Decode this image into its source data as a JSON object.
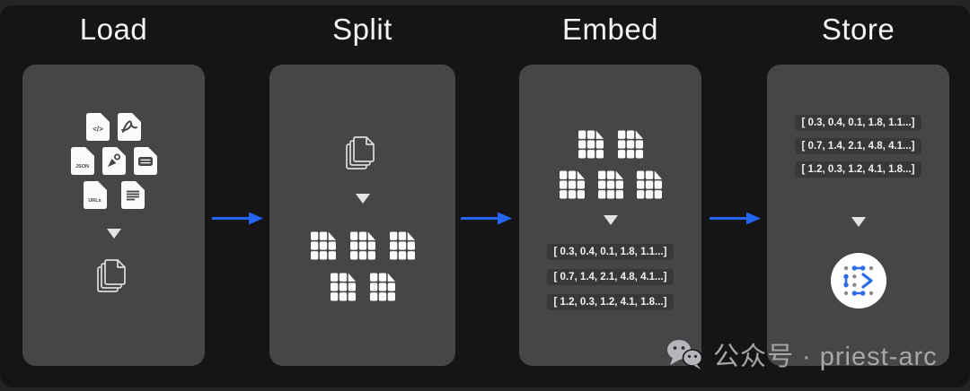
{
  "stages": {
    "load": {
      "title": "Load"
    },
    "split": {
      "title": "Split"
    },
    "embed": {
      "title": "Embed"
    },
    "store": {
      "title": "Store"
    }
  },
  "vectors": [
    "[ 0.3, 0.4, 0.1, 1.8, 1.1...]",
    "[ 0.7, 1.4, 2.1, 4.8, 4.1...]",
    "[ 1.2, 0.3, 1.2, 4.1, 1.8...]"
  ],
  "file_glyphs": {
    "code": "</>",
    "json": "JSON",
    "urls": "URLs"
  },
  "watermark": {
    "text": "公众号 · priest-arc"
  },
  "colors": {
    "background": "#151517",
    "panel": "#464649",
    "chip": "#38383b",
    "arrow_blue": "#2464ef",
    "icon_white": "#fafafa",
    "logo_blue": "#2e6be6",
    "logo_gray": "#8a8a8e",
    "watermark_gray": "#a7a7aa"
  }
}
